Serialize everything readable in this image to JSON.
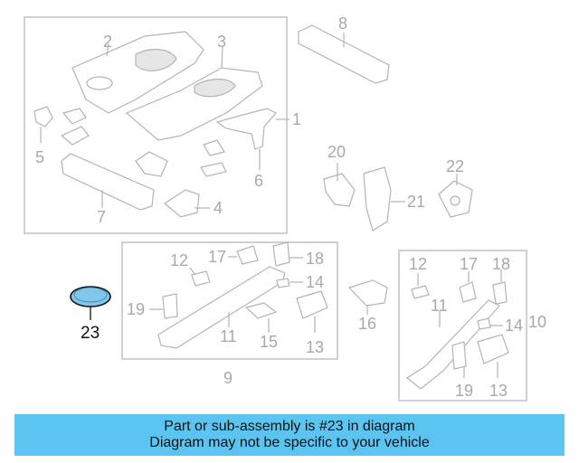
{
  "diagram": {
    "callouts": {
      "c1": "1",
      "c2": "2",
      "c3": "3",
      "c4": "4",
      "c5": "5",
      "c6": "6",
      "c7": "7",
      "c8": "8",
      "c9": "9",
      "c10": "10",
      "c11a": "11",
      "c11b": "11",
      "c12a": "12",
      "c12b": "12",
      "c13a": "13",
      "c13b": "13",
      "c14a": "14",
      "c14b": "14",
      "c15": "15",
      "c16": "16",
      "c17a": "17",
      "c17b": "17",
      "c18a": "18",
      "c18b": "18",
      "c19a": "19",
      "c19b": "19",
      "c20": "20",
      "c21": "21",
      "c22": "22",
      "c23": "23"
    },
    "highlight_color": "#7fc8ea",
    "muted_color": "#a9a9a9"
  },
  "banner": {
    "line1": "Part or sub-assembly is #23 in diagram",
    "line2": "Diagram may not be specific to your vehicle",
    "background": "#5bc4f1"
  }
}
